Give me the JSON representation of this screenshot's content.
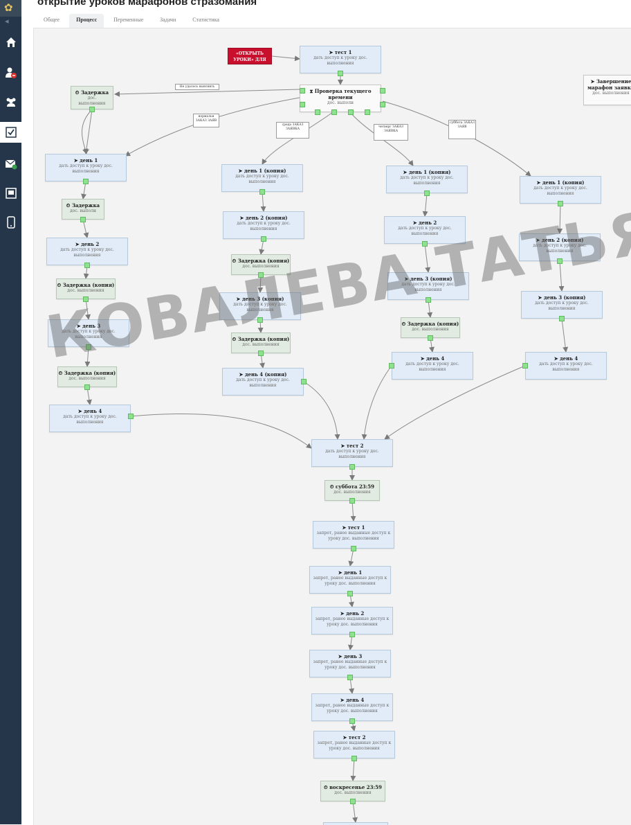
{
  "page_title": "открытие уроков марафонов стразомания",
  "tabs": [
    {
      "label": "Общее"
    },
    {
      "label": "Процесс"
    },
    {
      "label": "Переменные"
    },
    {
      "label": "Задачи"
    },
    {
      "label": "Статистика"
    }
  ],
  "active_tab": "Процесс",
  "sidebar_icons": [
    "home-icon",
    "user-block-icon",
    "users-icon",
    "checkbox-icon",
    "mail-icon",
    "screen-icon",
    "mobile-icon"
  ],
  "sidebar_active": "checkbox-icon",
  "colors": {
    "sidebar": "#25364a",
    "node_fill": "#e1ecf8",
    "delay_fill": "#e2ebe2",
    "start_fill": "#c8102e",
    "port": "#8fe08f"
  },
  "watermark": "КОВАЛЕВА ТАТЬЯНА",
  "start_node": {
    "title": "«ОТКРЫТЬ УРОКИ» ДЛЯ 'ЗАЯВКА'",
    "sub": ""
  },
  "side_node": {
    "title": "➤ Завершение марафон заявки",
    "sub": "дос. выполнения"
  },
  "check_node": {
    "title": "⧗ Проверка текущего времени",
    "sub": "дос. выполн"
  },
  "edge_labels": {
    "top": "Не удалось выяснить",
    "e1": "нормальн ЗАКАЗ ЗАЯВ",
    "e2": "среда ЗАКАЗ ЗАЯВКА",
    "e3": "четверг ЗАКАЗ ЗАЯВКА",
    "e4": "суббота ЗАКАЗ ЗАЯВ"
  },
  "branch1": [
    {
      "title": "⏲ Задержка",
      "sub": "дос. выполнения"
    },
    {
      "title": "➤ день 1",
      "sub": "дать доступ к уроку дос. выполнения"
    },
    {
      "title": "⏲ Задержка",
      "sub": "дос. выполн"
    },
    {
      "title": "➤ день 2",
      "sub": "дать доступ к уроку дос. выполнения"
    },
    {
      "title": "⏲ Задержка (копия)",
      "sub": "дос. выполнения"
    },
    {
      "title": "➤ день 3",
      "sub": "дать доступ к уроку дос. выполнения"
    },
    {
      "title": "⏲ Задержка (копия)",
      "sub": "дос. выполнения"
    },
    {
      "title": "➤ день 4",
      "sub": "дать доступ к уроку дос. выполнения"
    }
  ],
  "branch2": [
    {
      "title": "➤ день 1 (копия)",
      "sub": "дать доступ к уроку дос. выполнения"
    },
    {
      "title": "➤ день 2 (копия)",
      "sub": "дать доступ к уроку дос. выполнения"
    },
    {
      "title": "⏲ Задержка (копия)",
      "sub": "дос. выполнения"
    },
    {
      "title": "➤ день 3 (копия)",
      "sub": "дать доступ к уроку дос. выполнения"
    },
    {
      "title": "⏲ Задержка (копия)",
      "sub": "дос. выполнения"
    },
    {
      "title": "➤ день 4 (копия)",
      "sub": "дать доступ к уроку дос. выполнения"
    }
  ],
  "branch3": [
    {
      "title": "➤ день 1 (копия)",
      "sub": "дать доступ к уроку дос. выполнения"
    },
    {
      "title": "➤ день 2",
      "sub": "дать доступ к уроку дос. выполнения"
    },
    {
      "title": "➤ день 3 (копия)",
      "sub": "дать доступ к уроку дос. выполнения"
    },
    {
      "title": "⏲ Задержка (копия)",
      "sub": "дос. выполнения"
    },
    {
      "title": "➤ день 4",
      "sub": "дать доступ к уроку дос. выполнения"
    }
  ],
  "branch4": [
    {
      "title": "➤ день 1 (копия)",
      "sub": "дать доступ к уроку дос. выполнения"
    },
    {
      "title": "➤ день 2 (копия)",
      "sub": "дать доступ к уроку дос. выполнения"
    },
    {
      "title": "➤ день 3 (копия)",
      "sub": "дать доступ к уроку дос. выполнения"
    },
    {
      "title": "➤ день 4",
      "sub": "дать доступ к уроку дос. выполнения"
    }
  ],
  "main_chain": [
    {
      "title": "➤ тест 1",
      "sub": "дать доступ к уроку дос. выполнения"
    },
    {
      "title": "➤ тест 2",
      "sub": "дать доступ к уроку дос. выполнения"
    },
    {
      "title": "⏲ суббота 23:59",
      "sub": "дос. выполнения"
    },
    {
      "title": "➤ тест 1",
      "sub": "запрет, ранее выданные доступ к уроку дос. выполнения"
    },
    {
      "title": "➤ день 1",
      "sub": "запрет, ранее выданные доступ к уроку дос. выполнения"
    },
    {
      "title": "➤ день 2",
      "sub": "запрет, ранее выданные доступ к уроку дос. выполнения"
    },
    {
      "title": "➤ день 3",
      "sub": "запрет, ранее выданные доступ к уроку дос. выполнения"
    },
    {
      "title": "➤ день 4",
      "sub": "запрет, ранее выданные доступ к уроку дос. выполнения"
    },
    {
      "title": "➤ тест 2",
      "sub": "запрет, ранее выданные доступ к уроку дос. выполнения"
    },
    {
      "title": "⏲ воскресенье 23:59",
      "sub": "дос. выполнения"
    },
    {
      "title": "",
      "sub": ""
    }
  ]
}
